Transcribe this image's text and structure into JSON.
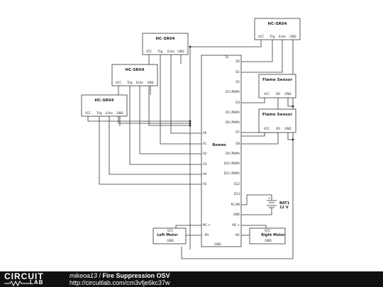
{
  "colors": {
    "line": "#333333",
    "footer_bg": "#111111",
    "footer_text": "#ffffff"
  },
  "modules": {
    "us1": {
      "title": "HC-SR04",
      "pins": [
        "VCC",
        "Trig",
        "Echo",
        "GND"
      ]
    },
    "us2": {
      "title": "HC-SR04",
      "pins": [
        "VCC",
        "Trig",
        "Echo",
        "GND"
      ]
    },
    "us3": {
      "title": "HC-SR04",
      "pins": [
        "VCC",
        "Trig",
        "Echo",
        "GND"
      ]
    },
    "us4": {
      "title": "HC-SR04",
      "pins": [
        "VCC",
        "Trig",
        "Echo",
        "GND"
      ]
    },
    "flame1": {
      "title": "Flame Sensor",
      "pins": [
        "VCC",
        "D0",
        "GND"
      ]
    },
    "flame2": {
      "title": "Flame Sensor",
      "pins": [
        "VCC",
        "D0",
        "GND"
      ]
    },
    "left_motor": {
      "title": "Left Motor",
      "vcc": "VCC",
      "gnd": "GND"
    },
    "right_motor": {
      "title": "Right Motor",
      "vcc": "VCC",
      "gnd": "GND"
    },
    "battery": {
      "name": "BAT1",
      "value": "12 V",
      "plus": "+"
    }
  },
  "romeo": {
    "title": "Romeo",
    "top": "5v",
    "bottom": "GND",
    "left_pins": [
      "A0",
      "A1",
      "A2",
      "A3",
      "A4",
      "A5"
    ],
    "left_motor_pins": [
      "M1 +",
      "- M1"
    ],
    "right_pins": [
      "D0",
      "D1",
      "D2",
      "D3 (PWM)",
      "D4",
      "D5 (PWM)",
      "D6 (PWM)",
      "D7",
      "D8",
      "D9 (PWM)",
      "D10 (PWM)",
      "D11 (PWM)",
      "D12",
      "D13",
      "M_VIN",
      "GND"
    ],
    "right_motor_pins": [
      "M2 +",
      "- M2"
    ]
  },
  "footer": {
    "logo_line1": "CIRCUIT",
    "logo_line2": "LAB",
    "author": "mikeoa13",
    "separator": " / ",
    "title": "Fire Suppression OSV",
    "url": "http://circuitlab.com/cm3vfje6kc37w"
  }
}
